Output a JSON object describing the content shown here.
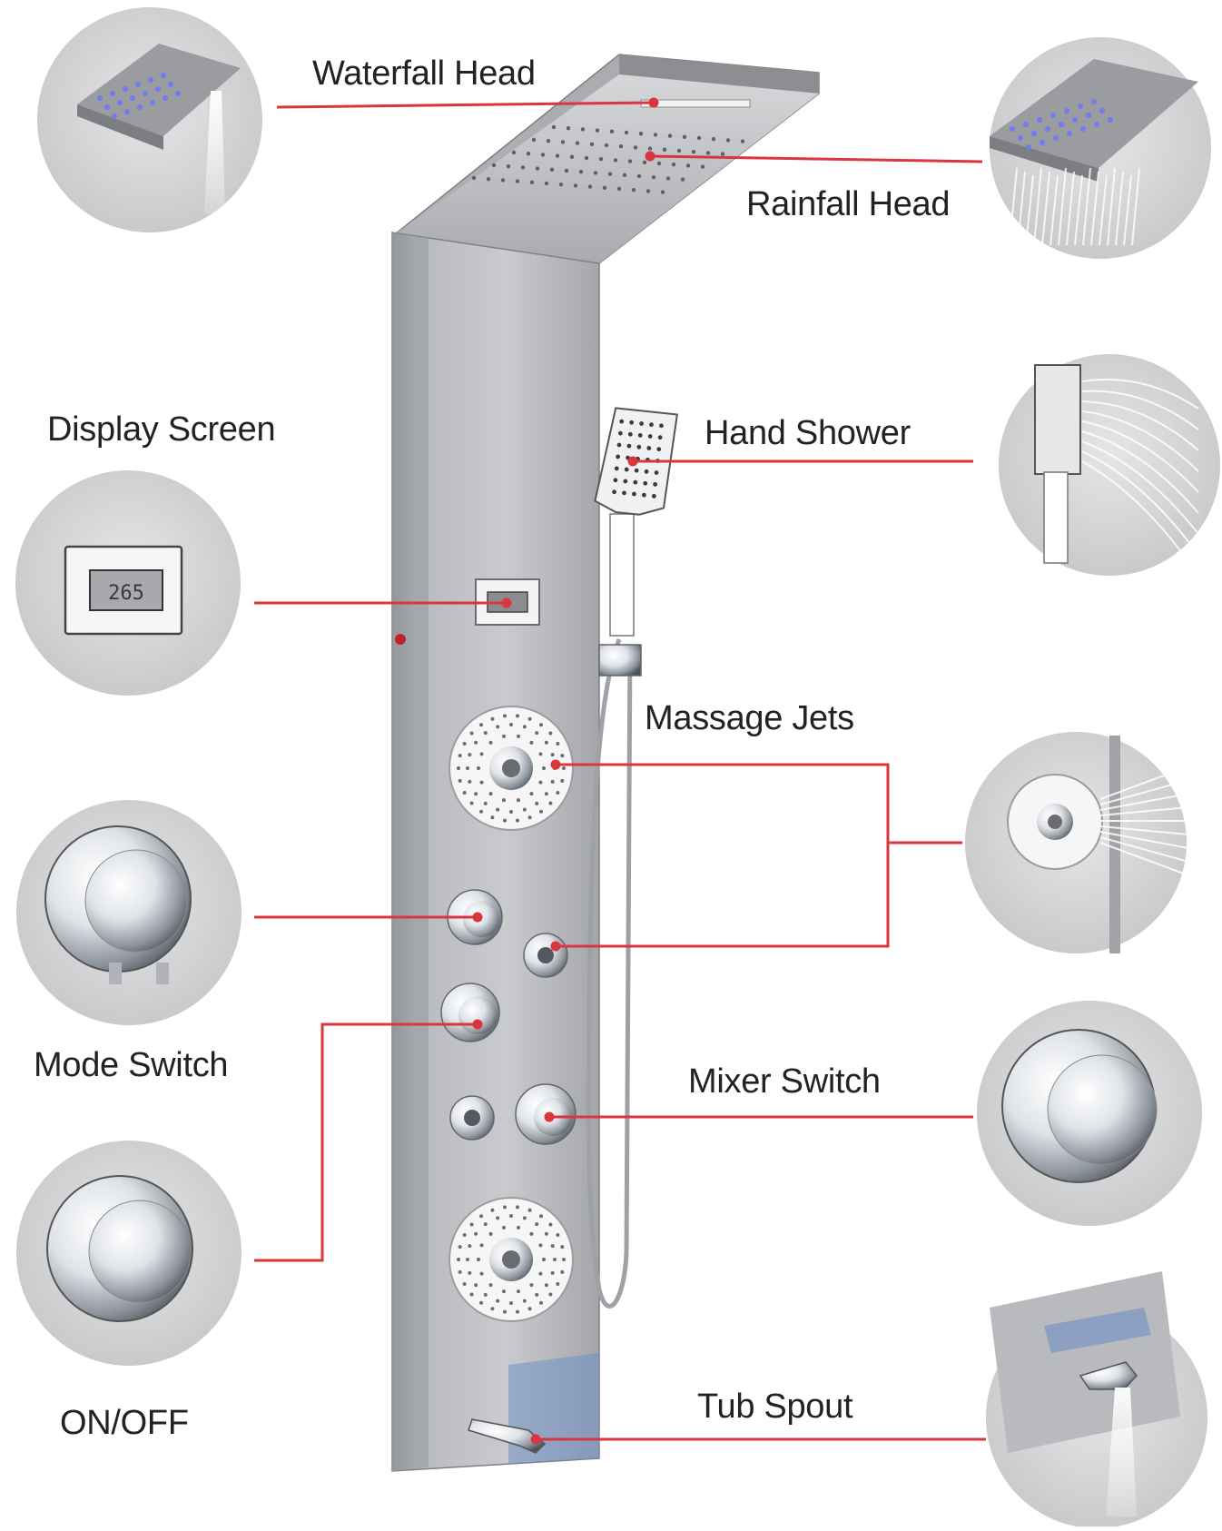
{
  "labels": {
    "waterfall_head": "Waterfall Head",
    "rainfall_head": "Rainfall Head",
    "display_screen": "Display Screen",
    "hand_shower": "Hand Shower",
    "massage_jets": "Massage Jets",
    "mode_switch": "Mode Switch",
    "mixer_switch": "Mixer Switch",
    "on_off": "ON/OFF",
    "tub_spout": "Tub Spout"
  },
  "display_reading": "265",
  "colors": {
    "leader_line": "#d9363e",
    "panel_light": "#c9cacc",
    "panel_dark": "#8d8f93",
    "callout_bg": "#d8d8da",
    "chrome": "#e8ebef",
    "led_blue": "#6f7cf0"
  }
}
